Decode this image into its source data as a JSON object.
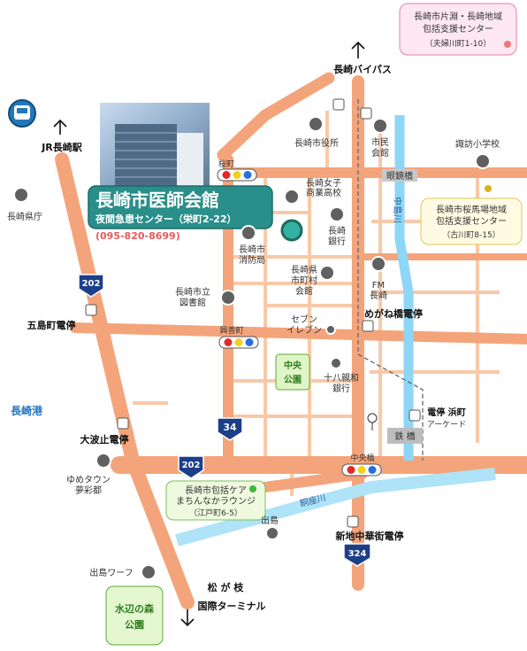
{
  "map": {
    "clinic": {
      "name": "長崎市医師会館",
      "sub": "夜間急患センター（栄町2-22）",
      "phone": "(095-820-8699)"
    },
    "centers": [
      {
        "title1": "長崎市片淵・長崎地域",
        "title2": "包括支援センター",
        "addr": "（夫婦川町1-10）"
      },
      {
        "title1": "長崎市桜馬場地域",
        "title2": "包括支援センター",
        "addr": "（古川町8-15）"
      },
      {
        "title1": "長崎市包括ケア",
        "title2": "まちんなかラウンジ",
        "addr": "（江戸町6-5）"
      }
    ],
    "directions": {
      "bypass": "長崎バイパス",
      "jr": "JR長崎駅",
      "matsugae1": "松 が 枝",
      "matsugae2": "国際ターミナル"
    },
    "stations": {
      "goto": "五島町電停",
      "ohato": "大波止電停",
      "megane": "めがね橋電停",
      "hamacho1": "電停 浜町",
      "hamacho2": "アーケード",
      "shinchi": "新地中華街電停"
    },
    "landmarks": {
      "kencho": "長崎県庁",
      "shiyakusho": "長崎市役所",
      "shimin1": "市民",
      "shimin2": "会館",
      "suwa": "諏訪小学校",
      "joshi1": "長崎女子",
      "joshi2": "商業高校",
      "ginko1": "長崎",
      "ginko2": "銀行",
      "shobo1": "長崎市",
      "shobo2": "消防局",
      "shichoson1": "長崎県",
      "shichoson2": "市町村",
      "shichoson3": "会館",
      "fm1": "FM",
      "fm2": "長崎",
      "tosho1": "長崎市立",
      "tosho2": "図書館",
      "seven1": "セブン",
      "seven2": "イレブン",
      "juhachi1": "十八親和",
      "juhachi2": "銀行",
      "park1": "中央",
      "park2": "公園",
      "yume1": "ゆめタウン",
      "yume2": "夢彩都",
      "dejima": "出島",
      "wharf": "出島ワーフ",
      "mizube1": "水辺の森",
      "mizube2": "公園",
      "port": "長崎港",
      "meganebashi": "眼鏡橋",
      "nakashimagawa": "中島川",
      "tetsubashi": "鉄 橋",
      "miuragawa": "銅座川"
    },
    "intersections": {
      "sakuramachi": "桜町",
      "kozen": "興善町",
      "chuobashi": "中央橋"
    },
    "routes": [
      "202",
      "202",
      "34",
      "324"
    ]
  }
}
